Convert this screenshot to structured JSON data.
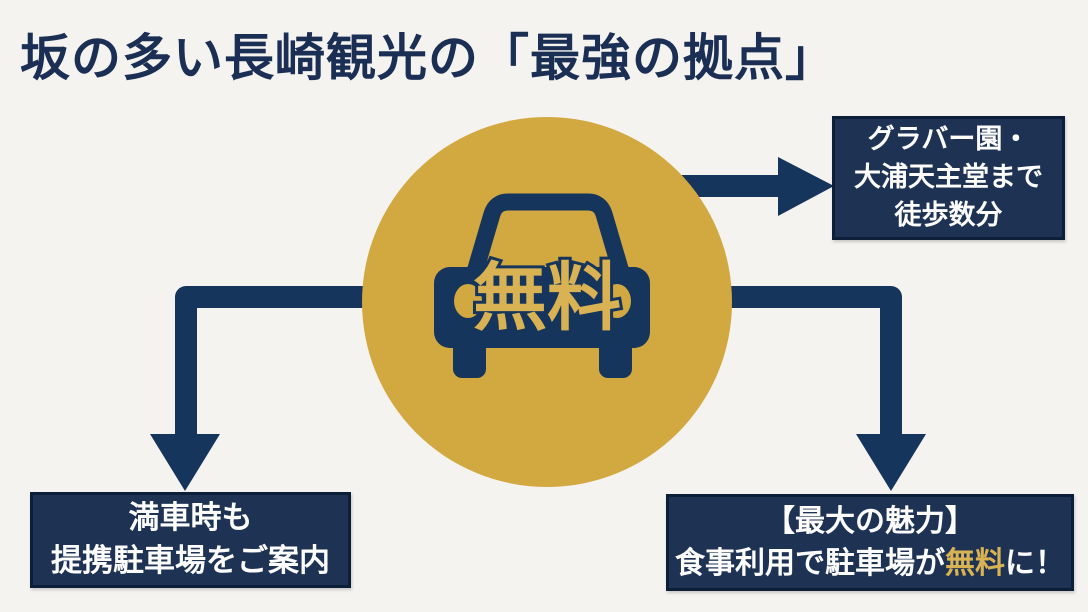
{
  "title": "坂の多い長崎観光の「最強の拠点」",
  "colors": {
    "bg": "#f5f3ef",
    "navy": "#16355c",
    "box-navy": "#1e3354",
    "box-border": "#0d1f38",
    "gold": "#d2a840",
    "gold-text": "#d9b254",
    "title-navy": "#1b2f55",
    "white": "#fdfdfd"
  },
  "center": {
    "icon": "car-front-icon",
    "car_label": "無料"
  },
  "boxes": {
    "glover": {
      "lines": [
        "グラバー園・",
        "大浦天主堂まで",
        "徒歩数分"
      ]
    },
    "full": {
      "lines": [
        "満車時も",
        "提携駐車場をご案内"
      ]
    },
    "meal": {
      "line1": "【最大の魅力】",
      "line2_prefix": "食事利用で駐車場が",
      "line2_highlight": "無料",
      "line2_suffix": "に！"
    }
  }
}
